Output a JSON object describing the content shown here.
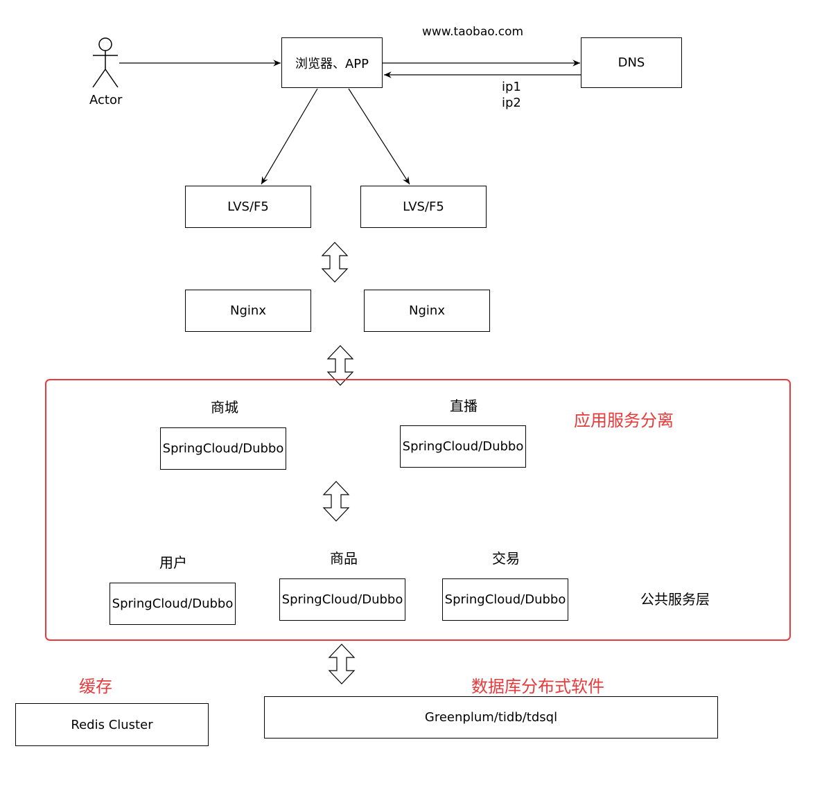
{
  "actor": {
    "label": "Actor"
  },
  "nodes": {
    "client": "浏览器、APP",
    "dns": "DNS",
    "lvs1": "LVS/F5",
    "lvs2": "LVS/F5",
    "nginx1": "Nginx",
    "nginx2": "Nginx",
    "mall_svc": "SpringCloud/Dubbo",
    "live_svc": "SpringCloud/Dubbo",
    "user_svc": "SpringCloud/Dubbo",
    "goods_svc": "SpringCloud/Dubbo",
    "trade_svc": "SpringCloud/Dubbo",
    "redis": "Redis Cluster",
    "db": "Greenplum/tidb/tdsql"
  },
  "edge_labels": {
    "dns_query": "www.taobao.com",
    "dns_reply_ip1": "ip1",
    "dns_reply_ip2": "ip2"
  },
  "service_titles": {
    "mall": "商城",
    "live": "直播",
    "user": "用户",
    "goods": "商品",
    "trade": "交易"
  },
  "group": {
    "app_separation_label": "应用服务分离",
    "common_layer_label": "公共服务层"
  },
  "annotations": {
    "cache": "缓存",
    "database": "数据库分布式软件"
  },
  "colors": {
    "accent": "#e83a3a",
    "stroke": "#000000"
  }
}
